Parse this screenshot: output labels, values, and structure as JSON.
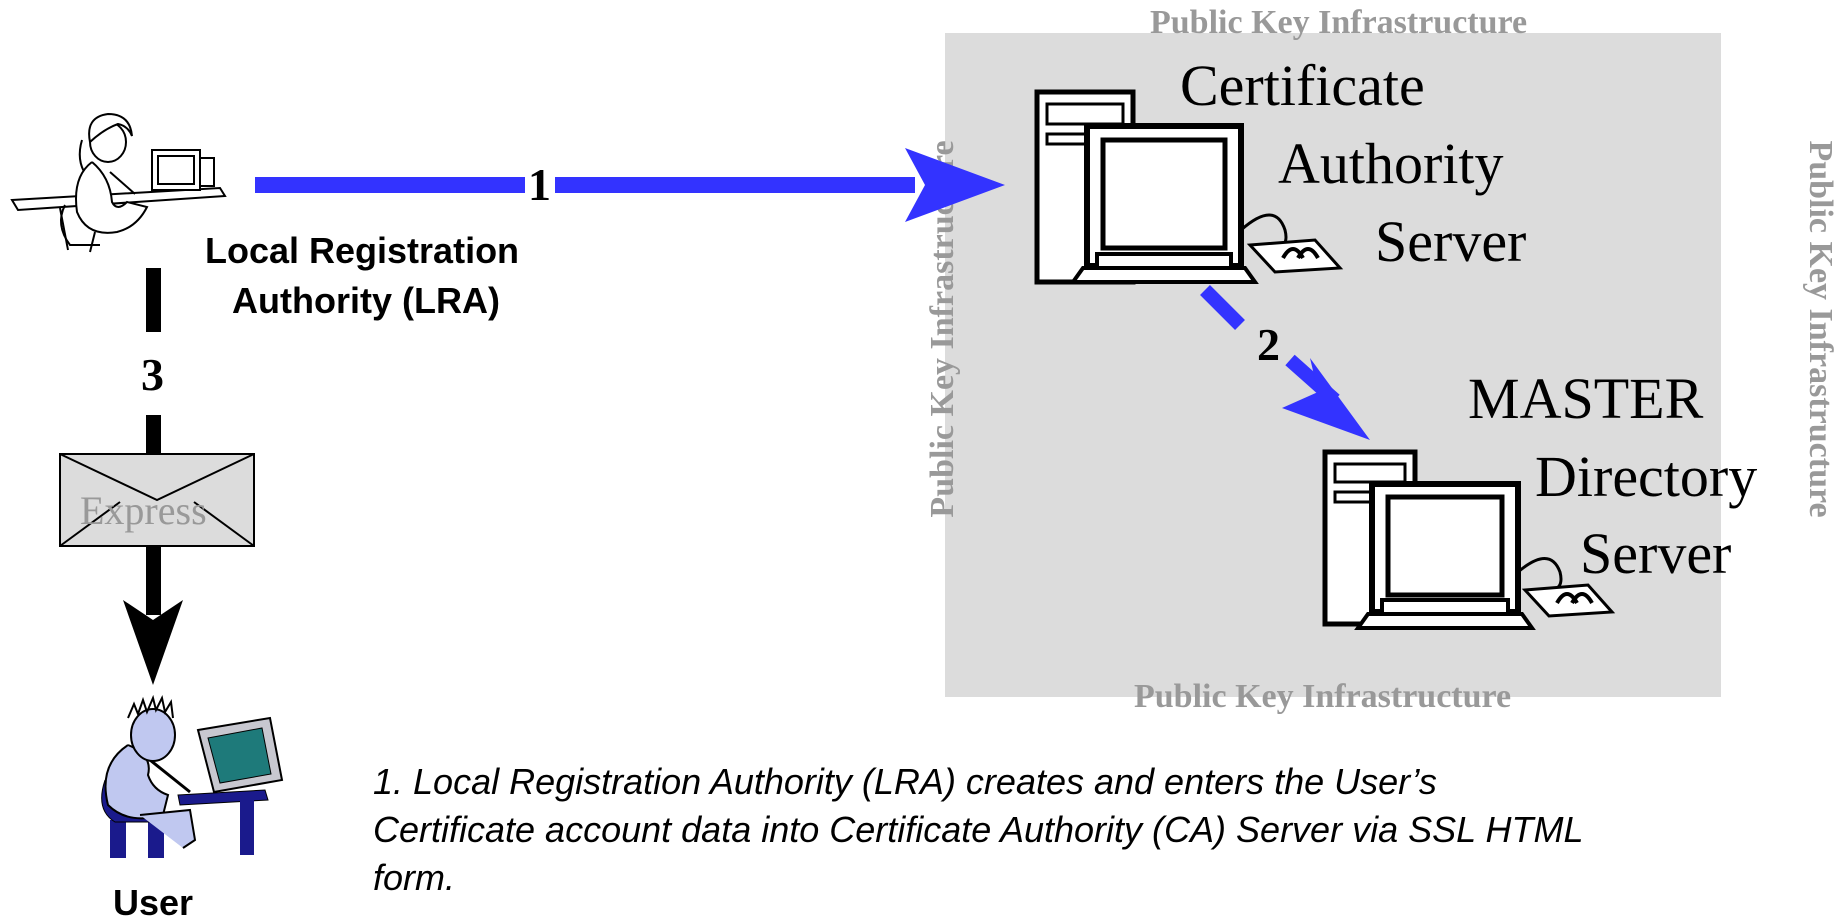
{
  "pki": {
    "label_top": "Public Key Infrastructure",
    "label_bottom": "Public Key Infrastructure",
    "label_left": "Public Key Infrastructure",
    "label_right": "Public Key Infrastructure"
  },
  "ca_server": {
    "line1": "Certificate",
    "line2": "Authority",
    "line3": "Server"
  },
  "master_server": {
    "line1": "MASTER",
    "line2": "Directory",
    "line3": "Server"
  },
  "lra": {
    "line1": "Local Registration",
    "line2": "Authority (LRA)"
  },
  "user": {
    "label": "User"
  },
  "envelope": {
    "label": "Express"
  },
  "steps": {
    "one": "1",
    "two": "2",
    "three": "3"
  },
  "description": {
    "line1": "1. Local Registration Authority (LRA) creates and enters the User’s",
    "line2": "Certificate account data into Certificate Authority (CA) Server via SSL HTML",
    "line3": "form."
  },
  "colors": {
    "arrow_blue": "#3333ff",
    "pki_box": "#dcdcdc",
    "pki_text": "#999999"
  }
}
